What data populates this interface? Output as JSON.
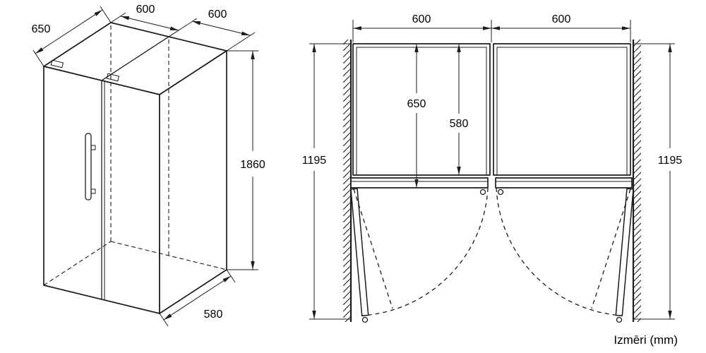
{
  "caption": "Izmēri (mm)",
  "iso_view": {
    "depth_top": "650",
    "width_left": "600",
    "width_right": "600",
    "height": "1860",
    "depth_bottom": "580"
  },
  "plan_view": {
    "width_left": "600",
    "width_right": "600",
    "depth_with_door": "650",
    "depth_cabinet": "580",
    "clearance_left": "1195",
    "clearance_right": "1195"
  },
  "colors": {
    "line": "#1c1c1c",
    "text": "#000000",
    "background": "#ffffff"
  }
}
